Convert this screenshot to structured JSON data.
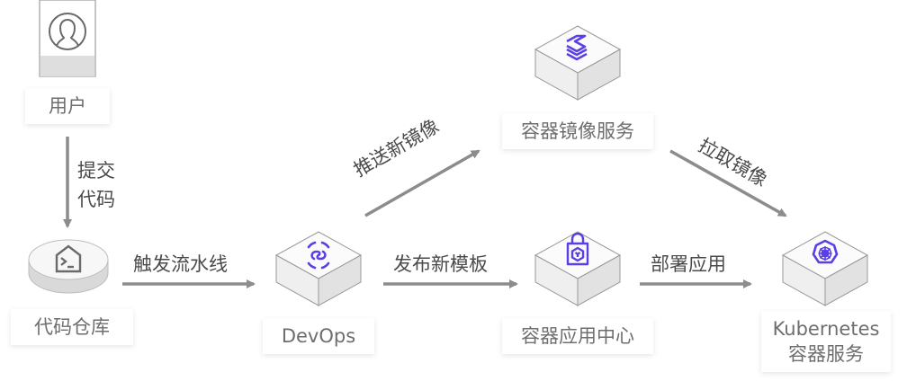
{
  "diagram": {
    "accent_color": "#5b3fe6",
    "line_color": "#8c8c8c",
    "nodes": {
      "user": {
        "label": "用户",
        "icon": "user-avatar-icon"
      },
      "code_repo": {
        "label": "代码仓库",
        "icon": "terminal-house-icon"
      },
      "devops": {
        "label": "DevOps",
        "icon": "devops-cycle-icon"
      },
      "image_service": {
        "label": "容器镜像服务",
        "icon": "stacked-layers-icon"
      },
      "app_center": {
        "label": "容器应用中心",
        "icon": "shopping-bag-icon"
      },
      "kubernetes": {
        "label_line1": "Kubernetes",
        "label_line2": "容器服务",
        "icon": "kubernetes-helm-icon"
      }
    },
    "edges": {
      "submit_code": {
        "line1": "提交",
        "line2": "代码"
      },
      "trigger_pipeline": {
        "label": "触发流水线"
      },
      "push_image": {
        "label": "推送新镜像"
      },
      "pull_image": {
        "label": "拉取镜像"
      },
      "publish_template": {
        "label": "发布新模板"
      },
      "deploy_app": {
        "label": "部署应用"
      }
    }
  }
}
